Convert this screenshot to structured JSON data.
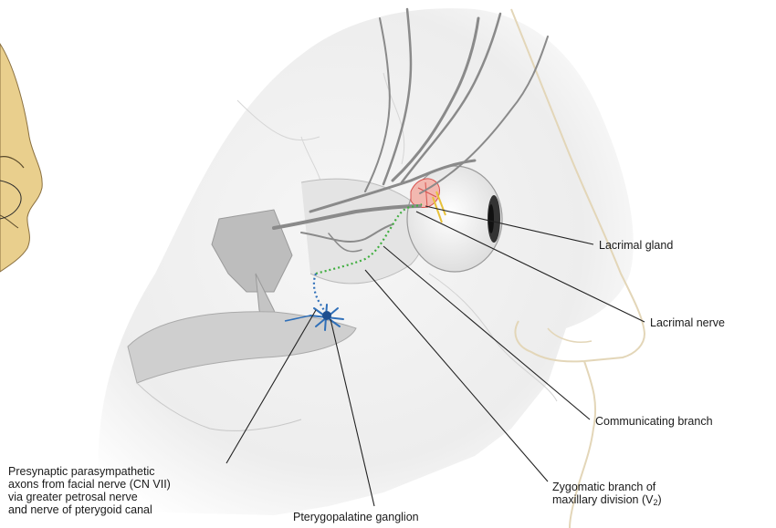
{
  "labels": {
    "lacrimal_gland": "Lacrimal gland",
    "lacrimal_nerve": "Lacrimal nerve",
    "communicating_branch": "Communicating branch",
    "zygomatic_branch": {
      "line1": "Zygomatic branch of",
      "line2_main": "maxillary division (V",
      "line2_sub": "2",
      "line2_end": ")"
    },
    "pterygopalatine_ganglion": "Pterygopalatine ganglion",
    "presynaptic": {
      "line1": "Presynaptic parasympathetic",
      "line2": "axons from facial nerve (CN VII)",
      "line3": "via greater petrosal nerve",
      "line4": "and nerve of pterygoid canal"
    }
  },
  "colors": {
    "skin": "#e9cf8d",
    "bone_shade": "#bdbdbd",
    "nerve_gray": "#8a8a8a",
    "postganglionic_green": "#3fae3f",
    "preganglionic_blue": "#2f6fb8",
    "gland_red": "#d9534f",
    "gland_yellow": "#e8c23a",
    "leader": "#222222"
  }
}
